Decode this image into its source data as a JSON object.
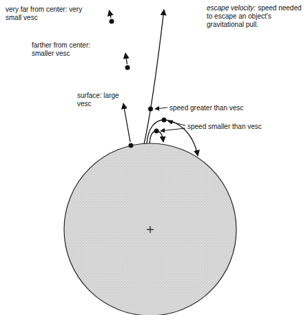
{
  "diagram": {
    "labels": [
      "very far from center: very small vesc",
      "farther from center: smaller vesc",
      "surface: large vesc",
      "escape velocity:",
      "speed needed to escape an object's gravitational pull.",
      "speed greater than vesc",
      "speed smaller than vesc"
    ]
  }
}
